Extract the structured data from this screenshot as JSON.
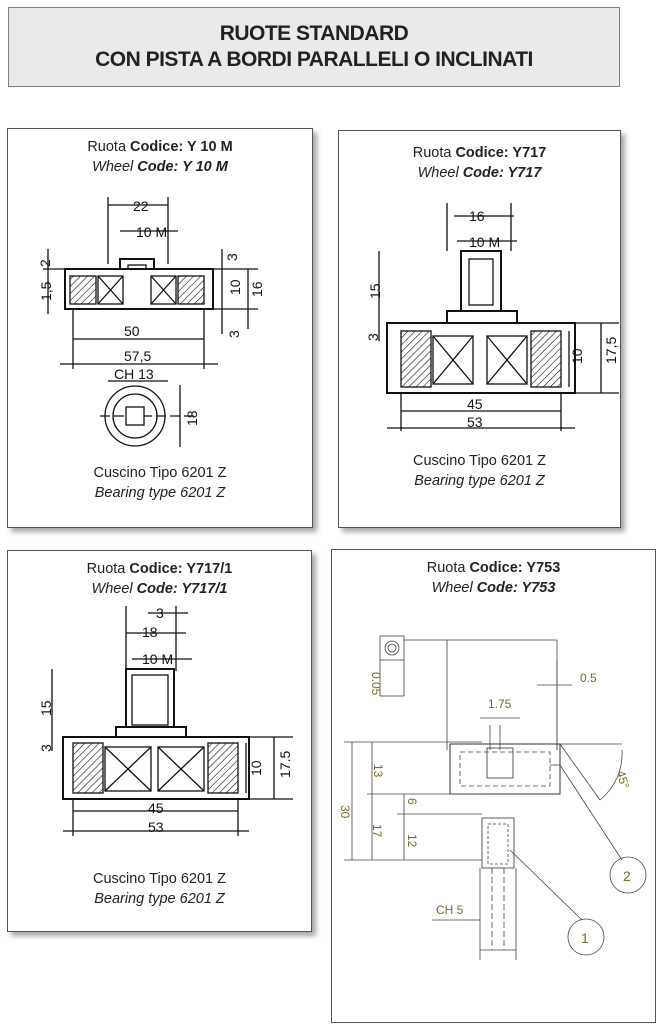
{
  "header": {
    "line1": "RUOTE STANDARD",
    "line2": "CON PISTA A BORDI PARALLELI O INCLINATI"
  },
  "cards": [
    {
      "title_it_prefix": "Ruota ",
      "title_it_bold": "Codice",
      "title_it_code": ": Y 10 M",
      "title_en_prefix": "Wheel ",
      "title_en_bold": "Code",
      "title_en_code": ": Y 10 M",
      "bearing_it": "Cuscino Tipo 6201 Z",
      "bearing_en": "Bearing type 6201 Z",
      "dims": {
        "d1": "22",
        "d2": "10 M",
        "d3": "50",
        "d4": "57,5",
        "ch": "CH 13",
        "d5": "18",
        "v1": "2",
        "v2": "1,5",
        "v3": "3",
        "v4": "10",
        "v5": "16",
        "v6": "3"
      }
    },
    {
      "title_it_prefix": "Ruota ",
      "title_it_bold": "Codice",
      "title_it_code": ": Y717",
      "title_en_prefix": "Wheel ",
      "title_en_bold": "Code",
      "title_en_code": ": Y717",
      "bearing_it": "Cuscino Tipo 6201 Z",
      "bearing_en": "Bearing type 6201 Z",
      "dims": {
        "d1": "16",
        "d2": "10 M",
        "v1": "15",
        "v2": "3",
        "v3": "10",
        "v4": "17,5",
        "d3": "45",
        "d4": "53"
      }
    },
    {
      "title_it_prefix": "Ruota ",
      "title_it_bold": "Codice",
      "title_it_code": ": Y717/1",
      "title_en_prefix": "Wheel ",
      "title_en_bold": "Code",
      "title_en_code": ": Y717/1",
      "bearing_it": "Cuscino Tipo 6201 Z",
      "bearing_en": "Bearing type 6201 Z",
      "dims": {
        "top": "3",
        "d1": "18",
        "d2": "10 M",
        "v1": "15",
        "v2": "3",
        "v3": "10",
        "v4": "17.5",
        "d3": "45",
        "d4": "53"
      }
    },
    {
      "title_it_prefix": "Ruota ",
      "title_it_bold": "Codice",
      "title_it_code": ": Y753",
      "title_en_prefix": "Wheel ",
      "title_en_bold": "Code",
      "title_en_code": ": Y753",
      "dims": {
        "tol": "0.05",
        "r1": "0.5",
        "w1": "1.75",
        "a1": "45°",
        "h1": "30",
        "h2": "13",
        "h3": "6",
        "h4": "17",
        "h5": "12",
        "ch": "CH 5",
        "c1": "1",
        "c2": "2"
      }
    }
  ]
}
